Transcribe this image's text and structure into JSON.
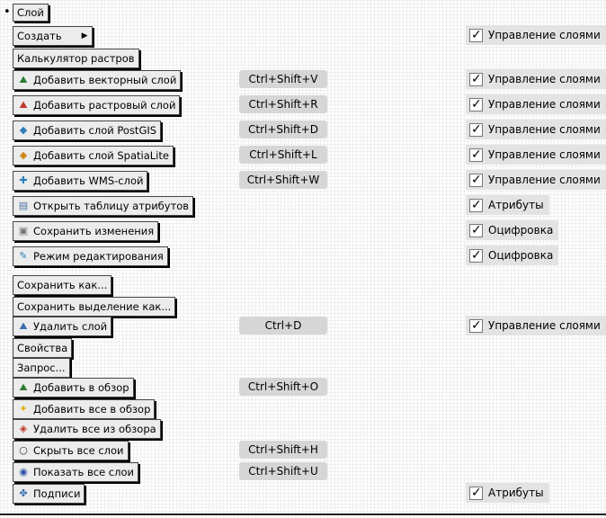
{
  "root": {
    "bullet": "•",
    "label": "Слой"
  },
  "items": [
    {
      "label": "Создать",
      "icon": "",
      "submenu_arrow": "▶",
      "shortcut": "",
      "group": "Управление слоями"
    },
    {
      "label": "Калькулятор растров",
      "icon": "",
      "shortcut": "",
      "group": ""
    },
    {
      "label": "Добавить векторный слой",
      "icon": "add-vector-layer-icon",
      "shortcut": "Ctrl+Shift+V",
      "group": "Управление слоями"
    },
    {
      "label": "Добавить растровый слой",
      "icon": "add-raster-layer-icon",
      "shortcut": "Ctrl+Shift+R",
      "group": "Управление слоями"
    },
    {
      "label": "Добавить слой PostGIS",
      "icon": "add-postgis-layer-icon",
      "shortcut": "Ctrl+Shift+D",
      "group": "Управление слоями"
    },
    {
      "label": "Добавить слой SpatiaLite",
      "icon": "add-spatialite-layer-icon",
      "shortcut": "Ctrl+Shift+L",
      "group": "Управление слоями"
    },
    {
      "label": "Добавить WMS-слой",
      "icon": "add-wms-layer-icon",
      "shortcut": "Ctrl+Shift+W",
      "group": "Управление слоями"
    },
    {
      "label": "Открыть таблицу атрибутов",
      "icon": "attribute-table-icon",
      "shortcut": "",
      "group": "Атрибуты"
    },
    {
      "label": "Сохранить изменения",
      "icon": "save-edits-icon",
      "shortcut": "",
      "group": "Оцифровка"
    },
    {
      "label": "Режим редактирования",
      "icon": "toggle-editing-icon",
      "shortcut": "",
      "group": "Оцифровка"
    },
    {
      "label": "Сохранить как...",
      "icon": "",
      "shortcut": "",
      "group": ""
    },
    {
      "label": "Сохранить выделение как...",
      "icon": "",
      "shortcut": "",
      "group": ""
    },
    {
      "label": "Удалить слой",
      "icon": "remove-layer-icon",
      "shortcut": "Ctrl+D",
      "group": "Управление слоями"
    },
    {
      "label": "Свойства",
      "icon": "",
      "shortcut": "",
      "group": ""
    },
    {
      "label": "Запрос...",
      "icon": "",
      "shortcut": "",
      "group": ""
    },
    {
      "label": "Добавить в обзор",
      "icon": "add-to-overview-icon",
      "shortcut": "Ctrl+Shift+O",
      "group": ""
    },
    {
      "label": "Добавить все в обзор",
      "icon": "add-all-to-overview-icon",
      "shortcut": "",
      "group": ""
    },
    {
      "label": "Удалить все из обзора",
      "icon": "remove-all-from-overview-icon",
      "shortcut": "",
      "group": ""
    },
    {
      "label": "Скрыть все слои",
      "icon": "hide-all-layers-icon",
      "shortcut": "Ctrl+Shift+H",
      "group": ""
    },
    {
      "label": "Показать все слои",
      "icon": "show-all-layers-icon",
      "shortcut": "Ctrl+Shift+U",
      "group": ""
    },
    {
      "label": "Подписи",
      "icon": "labeling-icon",
      "shortcut": "",
      "group": "Атрибуты"
    }
  ]
}
